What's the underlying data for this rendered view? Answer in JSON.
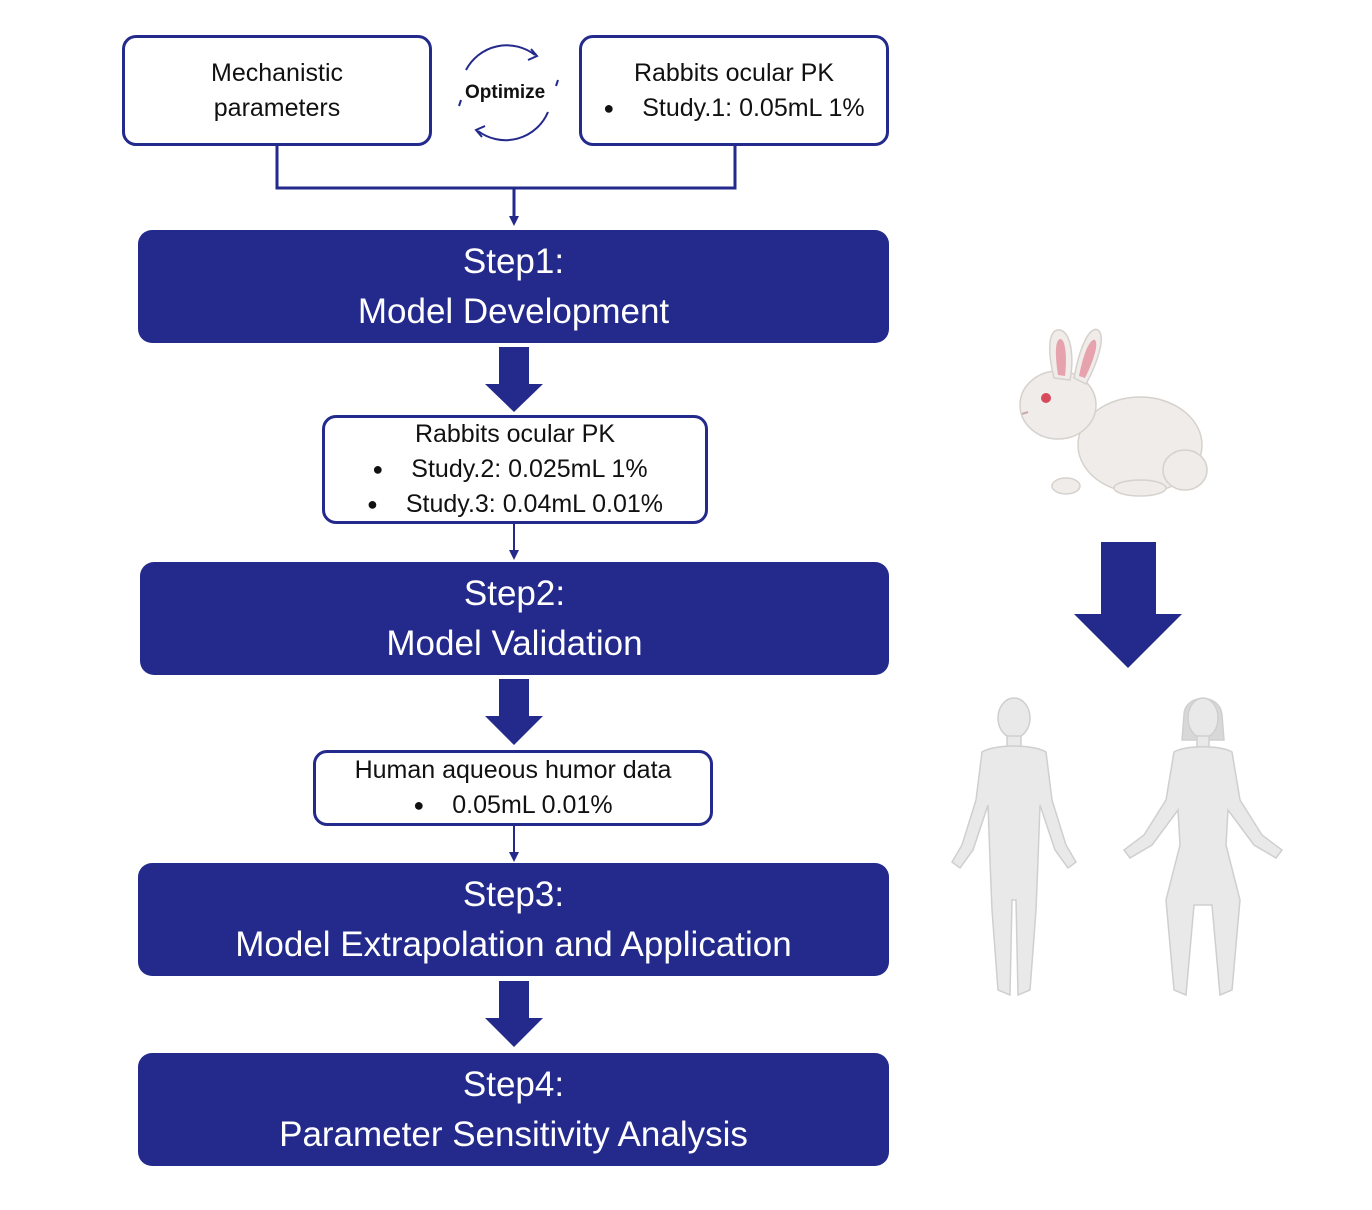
{
  "top": {
    "mechanistic": {
      "line1": "Mechanistic",
      "line2": "parameters"
    },
    "optimize_label": "Optimize",
    "rabbit_study1": {
      "title": "Rabbits ocular PK",
      "bullets": [
        "Study.1: 0.05mL 1%"
      ]
    }
  },
  "steps": [
    {
      "title": "Step1:",
      "subtitle": "Model Development"
    },
    {
      "title": "Step2:",
      "subtitle": "Model Validation"
    },
    {
      "title": "Step3:",
      "subtitle": "Model Extrapolation and Application"
    },
    {
      "title": "Step4:",
      "subtitle": "Parameter Sensitivity Analysis"
    }
  ],
  "validation_data": {
    "title": "Rabbits ocular PK",
    "bullets": [
      "Study.2: 0.025mL 1%",
      "Study.3: 0.04mL 0.01%"
    ]
  },
  "human_data": {
    "title": "Human aqueous humor data",
    "bullets": [
      "0.05mL 0.01%"
    ]
  },
  "colors": {
    "primary": "#232a8c",
    "figure": "#e9e9e9",
    "rabbit": "#efece9",
    "ear_inner": "#e7a3ad"
  },
  "icons": [
    "rabbit-icon",
    "human-male-icon",
    "human-female-icon",
    "down-arrow-icon",
    "cycle-arrows-icon"
  ]
}
